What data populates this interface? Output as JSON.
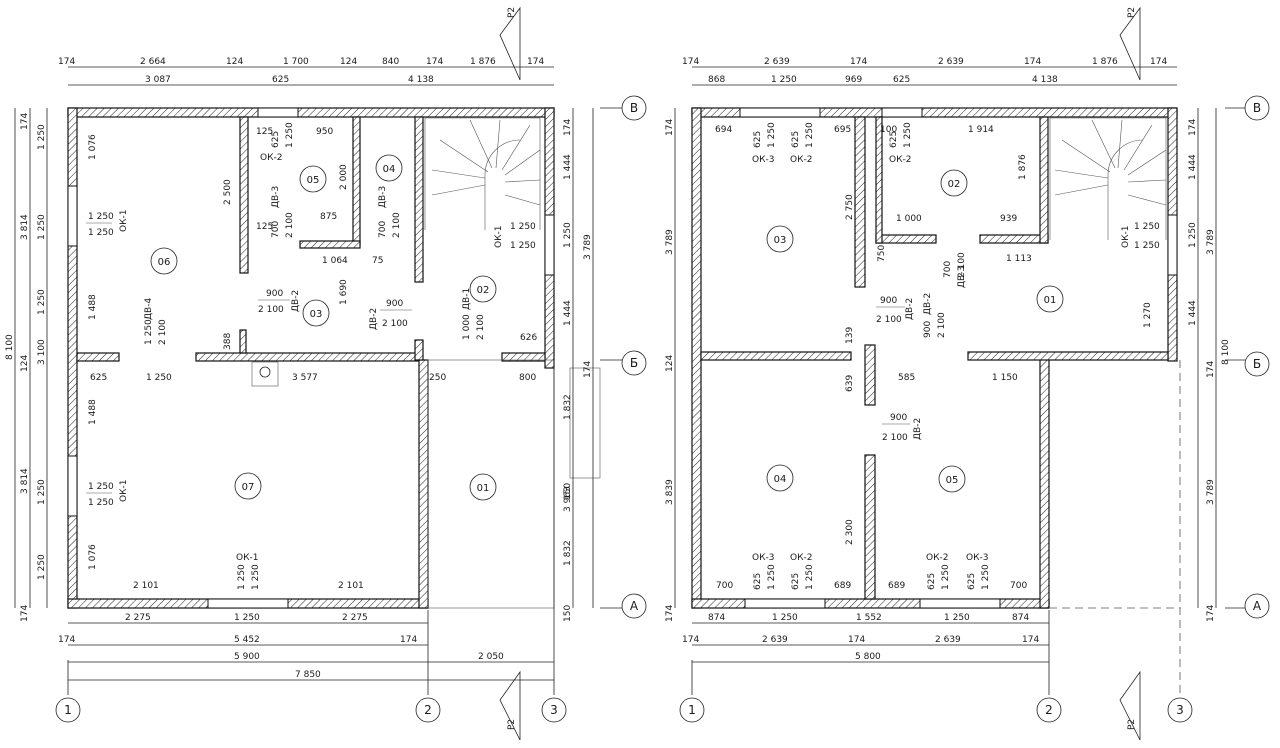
{
  "section_mark": "P2",
  "plan1": {
    "top_dims_row1": [
      "174",
      "2 664",
      "124",
      "1 700",
      "124",
      "840",
      "174",
      "1 876",
      "174"
    ],
    "top_dims_row2": [
      "3 087",
      "625",
      "4 138"
    ],
    "left_dims_outer": [
      "8 100"
    ],
    "left_dims_mid": [
      "174",
      "3 814",
      "124",
      "3 814",
      "174"
    ],
    "left_dims_inner": [
      "1 250",
      "1 250",
      "1 250",
      "3 100",
      "1 250",
      "1 250"
    ],
    "right_dims": [
      "174",
      "1 444",
      "1 250",
      "1 444",
      "174",
      "3 789",
      "3 963",
      "1 832",
      "150",
      "150",
      "1 832"
    ],
    "bottom_dims_row1": [
      "2 275",
      "1 250",
      "2 275"
    ],
    "bottom_dims_row2": [
      "174",
      "5 452",
      "174"
    ],
    "bottom_dims_row3": [
      "5 900",
      "2 050"
    ],
    "bottom_dims_row4": [
      "7 850"
    ],
    "rooms": [
      "01",
      "02",
      "03",
      "04",
      "05",
      "06",
      "07"
    ],
    "inner_dims": [
      "1 076",
      "1 488",
      "625",
      "1 250",
      "3 577",
      "250",
      "800",
      "1 488",
      "1 076",
      "2 101",
      "2 101",
      "2 500",
      "125",
      "950",
      "125",
      "875",
      "1 064",
      "75",
      "2 000",
      "1 690",
      "388",
      "626",
      "1 250",
      "1 250"
    ],
    "openings": [
      {
        "mark": "ОК-1",
        "w": "1 250",
        "h": "1 250"
      },
      {
        "mark": "ОК-1",
        "w": "1 250",
        "h": "1 250"
      },
      {
        "mark": "ОК-1",
        "w": "1 250",
        "h": "1 250"
      },
      {
        "mark": "ОК-1",
        "w": "1 250",
        "h": "1 250"
      },
      {
        "mark": "ОК-2",
        "w": "625",
        "h": "1 250"
      },
      {
        "mark": "ДВ-4",
        "w": "1 250",
        "h": "2 100"
      },
      {
        "mark": "ДВ-3",
        "w": "700",
        "h": "2 100"
      },
      {
        "mark": "ДВ-3",
        "w": "700",
        "h": "2 100"
      },
      {
        "mark": "ДВ-2",
        "w": "900",
        "h": "2 100"
      },
      {
        "mark": "ДВ-2",
        "w": "900",
        "h": "2 100"
      },
      {
        "mark": "ДВ-1",
        "w": "1 000",
        "h": "2 100"
      }
    ]
  },
  "plan2": {
    "top_dims_row1": [
      "174",
      "2 639",
      "174",
      "2 639",
      "174",
      "1 876",
      "174"
    ],
    "top_dims_row2": [
      "868",
      "1 250",
      "969",
      "625",
      "4 138"
    ],
    "left_dims": [
      "174",
      "3 789",
      "124",
      "3 839",
      "174"
    ],
    "right_dims": [
      "174",
      "1 444",
      "1 250",
      "1 444",
      "3 789",
      "8 100",
      "174",
      "3 789",
      "174"
    ],
    "bottom_dims_row1": [
      "874",
      "1 250",
      "1 552",
      "1 250",
      "874"
    ],
    "bottom_dims_row2": [
      "174",
      "2 639",
      "174",
      "2 639",
      "174"
    ],
    "bottom_dims_row3": [
      "5 800"
    ],
    "rooms": [
      "01",
      "02",
      "03",
      "04",
      "05"
    ],
    "inner_dims": [
      "694",
      "695",
      "100",
      "1 914",
      "2 750",
      "1 876",
      "1 000",
      "939",
      "750",
      "1 113",
      "1 270",
      "139",
      "639",
      "585",
      "1 150",
      "2 300",
      "700",
      "689",
      "689",
      "700"
    ],
    "openings": [
      {
        "mark": "ОК-3",
        "w": "625",
        "h": "1 250"
      },
      {
        "mark": "ОК-2",
        "w": "625",
        "h": "1 250"
      },
      {
        "mark": "ОК-2",
        "w": "625",
        "h": "1 250"
      },
      {
        "mark": "ОК-1",
        "w": "1 250",
        "h": "1 250"
      },
      {
        "mark": "ДВ-3",
        "w": "700",
        "h": "2 100"
      },
      {
        "mark": "ДВ-2",
        "w": "900",
        "h": "2 100"
      },
      {
        "mark": "ДВ-2",
        "w": "900",
        "h": "2 100"
      },
      {
        "mark": "ДВ-2",
        "w": "900",
        "h": "2 100"
      },
      {
        "mark": "ОК-3",
        "w": "625",
        "h": "1 250"
      },
      {
        "mark": "ОК-2",
        "w": "625",
        "h": "1 250"
      },
      {
        "mark": "ОК-2",
        "w": "625",
        "h": "1 250"
      },
      {
        "mark": "ОК-3",
        "w": "625",
        "h": "1 250"
      }
    ]
  },
  "axes": {
    "grid_numbers_plan1": [
      "1",
      "2",
      "3"
    ],
    "grid_letters_plan1": [
      "В",
      "Б",
      "А"
    ],
    "grid_numbers_plan2": [
      "1",
      "2",
      "3"
    ],
    "grid_letters_plan2": [
      "В",
      "Б",
      "А"
    ]
  }
}
